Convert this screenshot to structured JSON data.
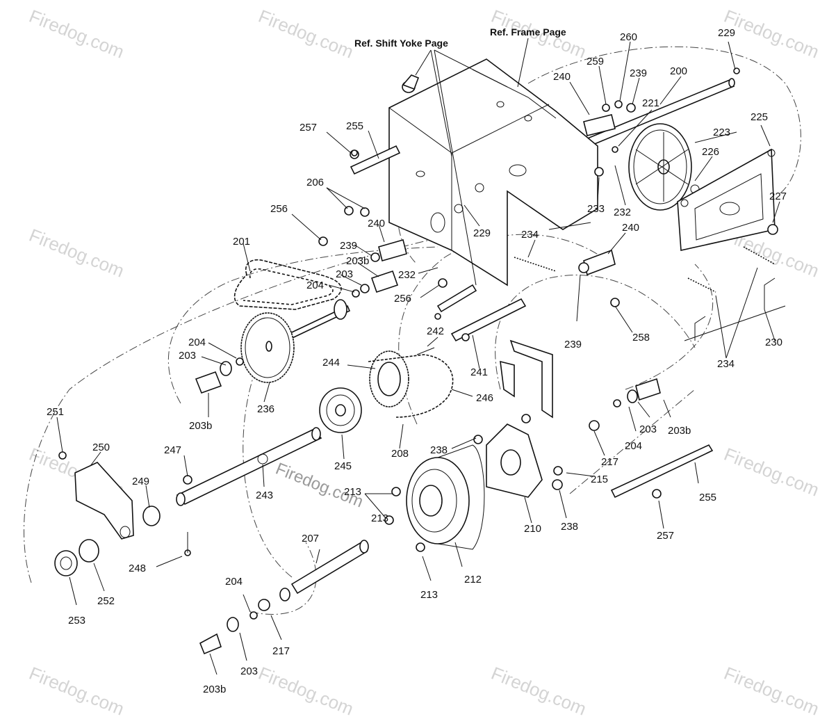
{
  "references": [
    {
      "id": "ref-shift-yoke",
      "text": "Ref. Shift Yoke Page"
    },
    {
      "id": "ref-frame",
      "text": "Ref. Frame Page"
    }
  ],
  "watermark": {
    "text": "Firedog.com",
    "center_text": "Firedog.com"
  },
  "part_labels": [
    "229",
    "260",
    "259",
    "239",
    "200",
    "240",
    "221",
    "257",
    "255",
    "223",
    "225",
    "206",
    "226",
    "227",
    "256",
    "233",
    "232",
    "240",
    "229",
    "234",
    "240",
    "201",
    "239",
    "203b",
    "203",
    "232",
    "256",
    "204",
    "242",
    "258",
    "239",
    "230",
    "234",
    "204",
    "203",
    "244",
    "236",
    "241",
    "246",
    "203b",
    "251",
    "250",
    "208",
    "238",
    "217",
    "247",
    "245",
    "243",
    "215",
    "249",
    "213",
    "210",
    "238",
    "255",
    "207",
    "257",
    "248",
    "253",
    "252",
    "204",
    "212",
    "213",
    "217",
    "203",
    "203b",
    "204",
    "203",
    "203b",
    "213"
  ]
}
